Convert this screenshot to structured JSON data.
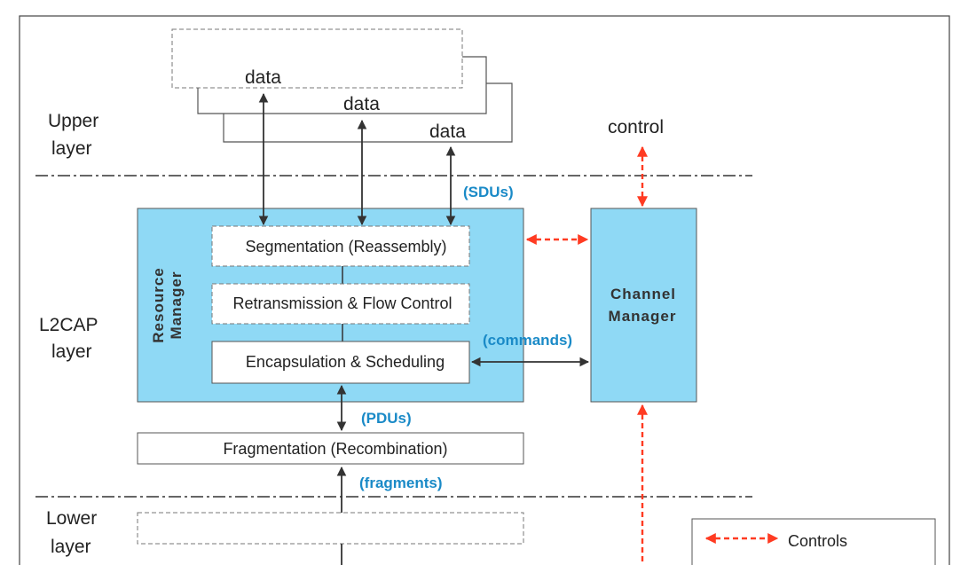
{
  "layers": {
    "upper": [
      "Upper",
      "layer"
    ],
    "l2cap": [
      "L2CAP",
      "layer"
    ],
    "lower": [
      "Lower",
      "layer"
    ]
  },
  "data_labels": [
    "data",
    "data",
    "data"
  ],
  "control_label": "control",
  "flow_labels": {
    "sdus": "(SDUs)",
    "commands": "(commands)",
    "pdus": "(PDUs)",
    "fragments": "(fragments)"
  },
  "resource_manager": [
    "Resource",
    "Manager"
  ],
  "channel_manager": [
    "Channel",
    "Manager"
  ],
  "blocks": {
    "segmentation": "Segmentation (Reassembly)",
    "retransmission": "Retransmission & Flow Control",
    "encapsulation": "Encapsulation & Scheduling",
    "fragmentation": "Fragmentation (Recombination)"
  },
  "legend": {
    "controls": "Controls"
  },
  "colors": {
    "manager_fill": "#8fd9f5",
    "control_arrow": "#ff3b22",
    "flow_label": "#1a8ac7",
    "arrow": "#333333"
  }
}
